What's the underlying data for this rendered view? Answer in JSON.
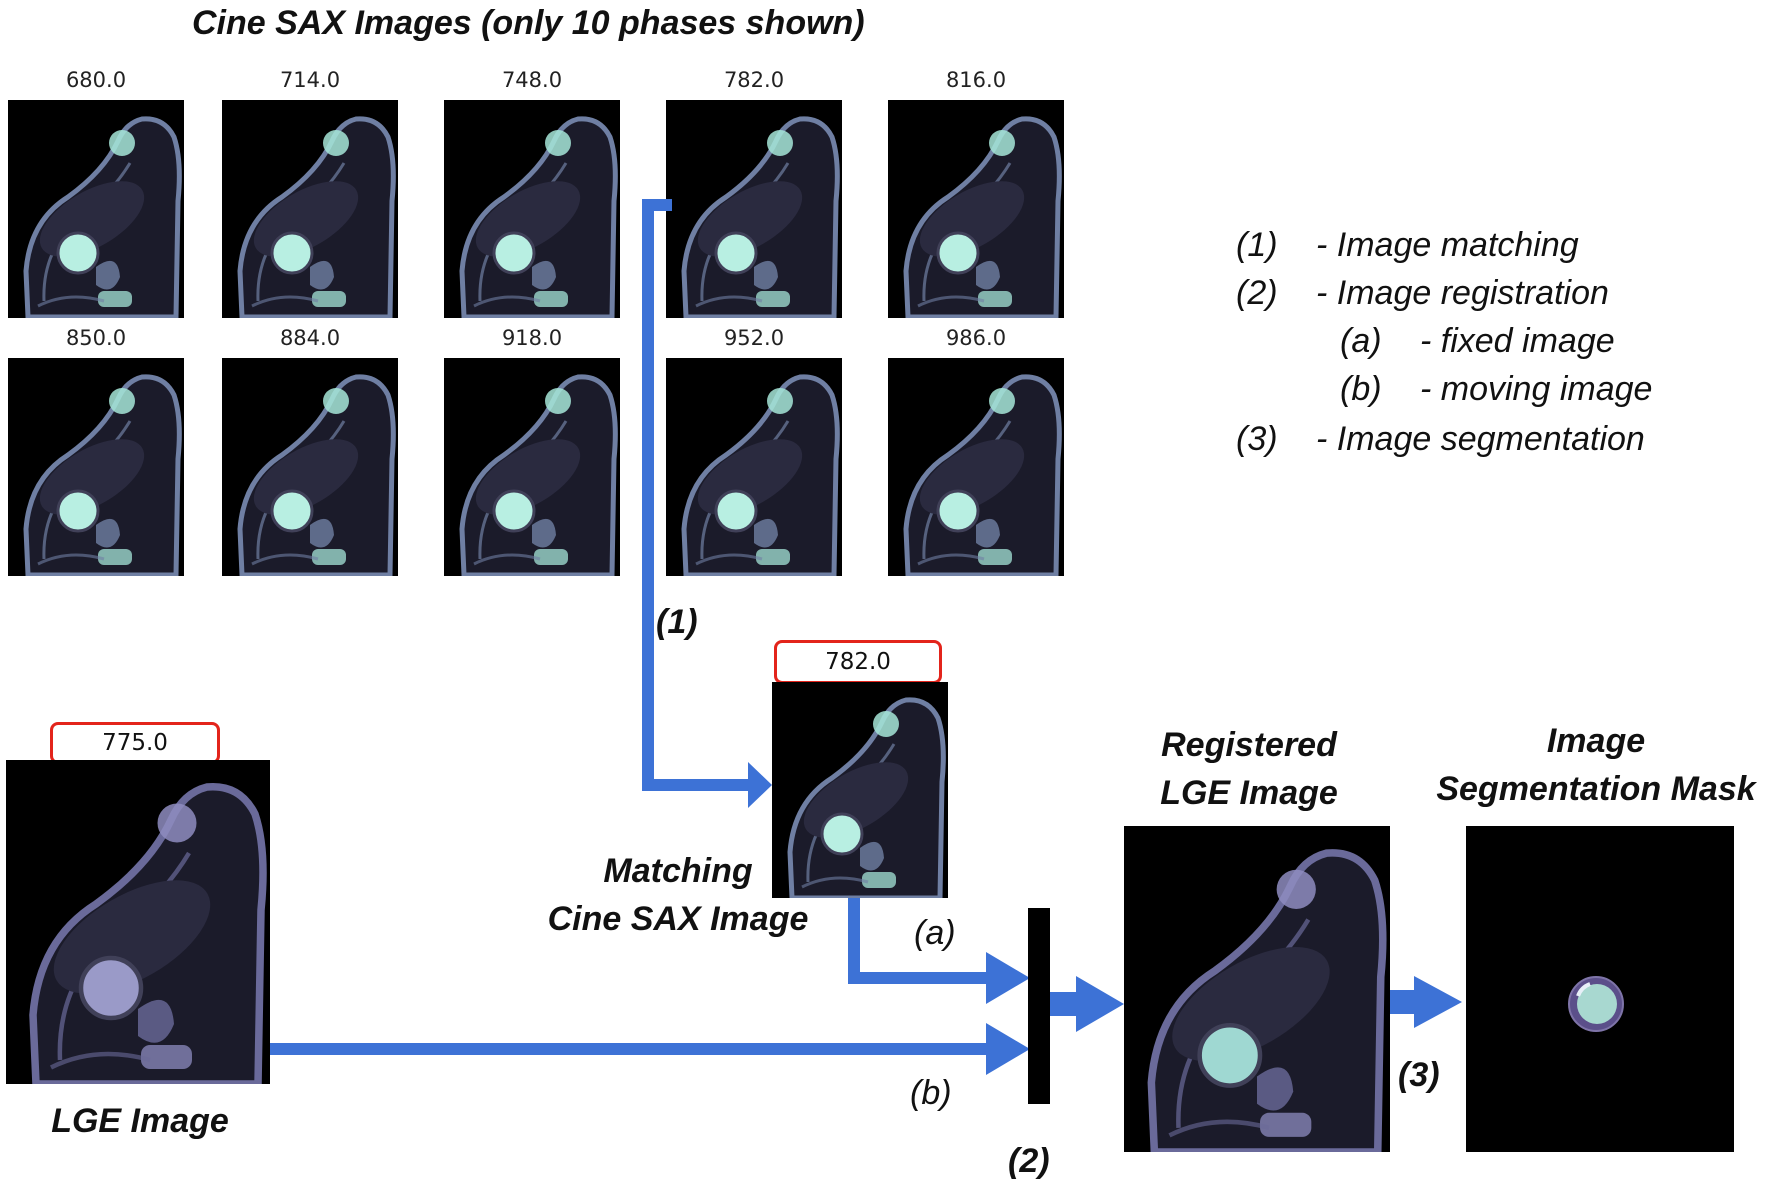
{
  "title": "Cine SAX Images (only 10 phases shown)",
  "phases": [
    "680.0",
    "714.0",
    "748.0",
    "782.0",
    "816.0",
    "850.0",
    "884.0",
    "918.0",
    "952.0",
    "986.0"
  ],
  "matched_phase": "782.0",
  "lge_phase": "775.0",
  "labels": {
    "matching_line1": "Matching",
    "matching_line2": "Cine SAX Image",
    "lge": "LGE Image",
    "registered_line1": "Registered",
    "registered_line2": "LGE Image",
    "seg_line1": "Image",
    "seg_line2": "Segmentation Mask",
    "step1": "(1)",
    "step2": "(2)",
    "step3": "(3)",
    "a": "(a)",
    "b": "(b)"
  },
  "legend": [
    {
      "key": "(1)",
      "text": "- Image matching"
    },
    {
      "key": "(2)",
      "text": "- Image registration"
    },
    {
      "key": "(a)",
      "text": "- fixed image"
    },
    {
      "key": "(b)",
      "text": "- moving image"
    },
    {
      "key": "(3)",
      "text": "- Image segmentation"
    }
  ],
  "colors": {
    "arrow": "#3d72d6",
    "highlight": "#e3241b",
    "image_bg": "#000000"
  }
}
